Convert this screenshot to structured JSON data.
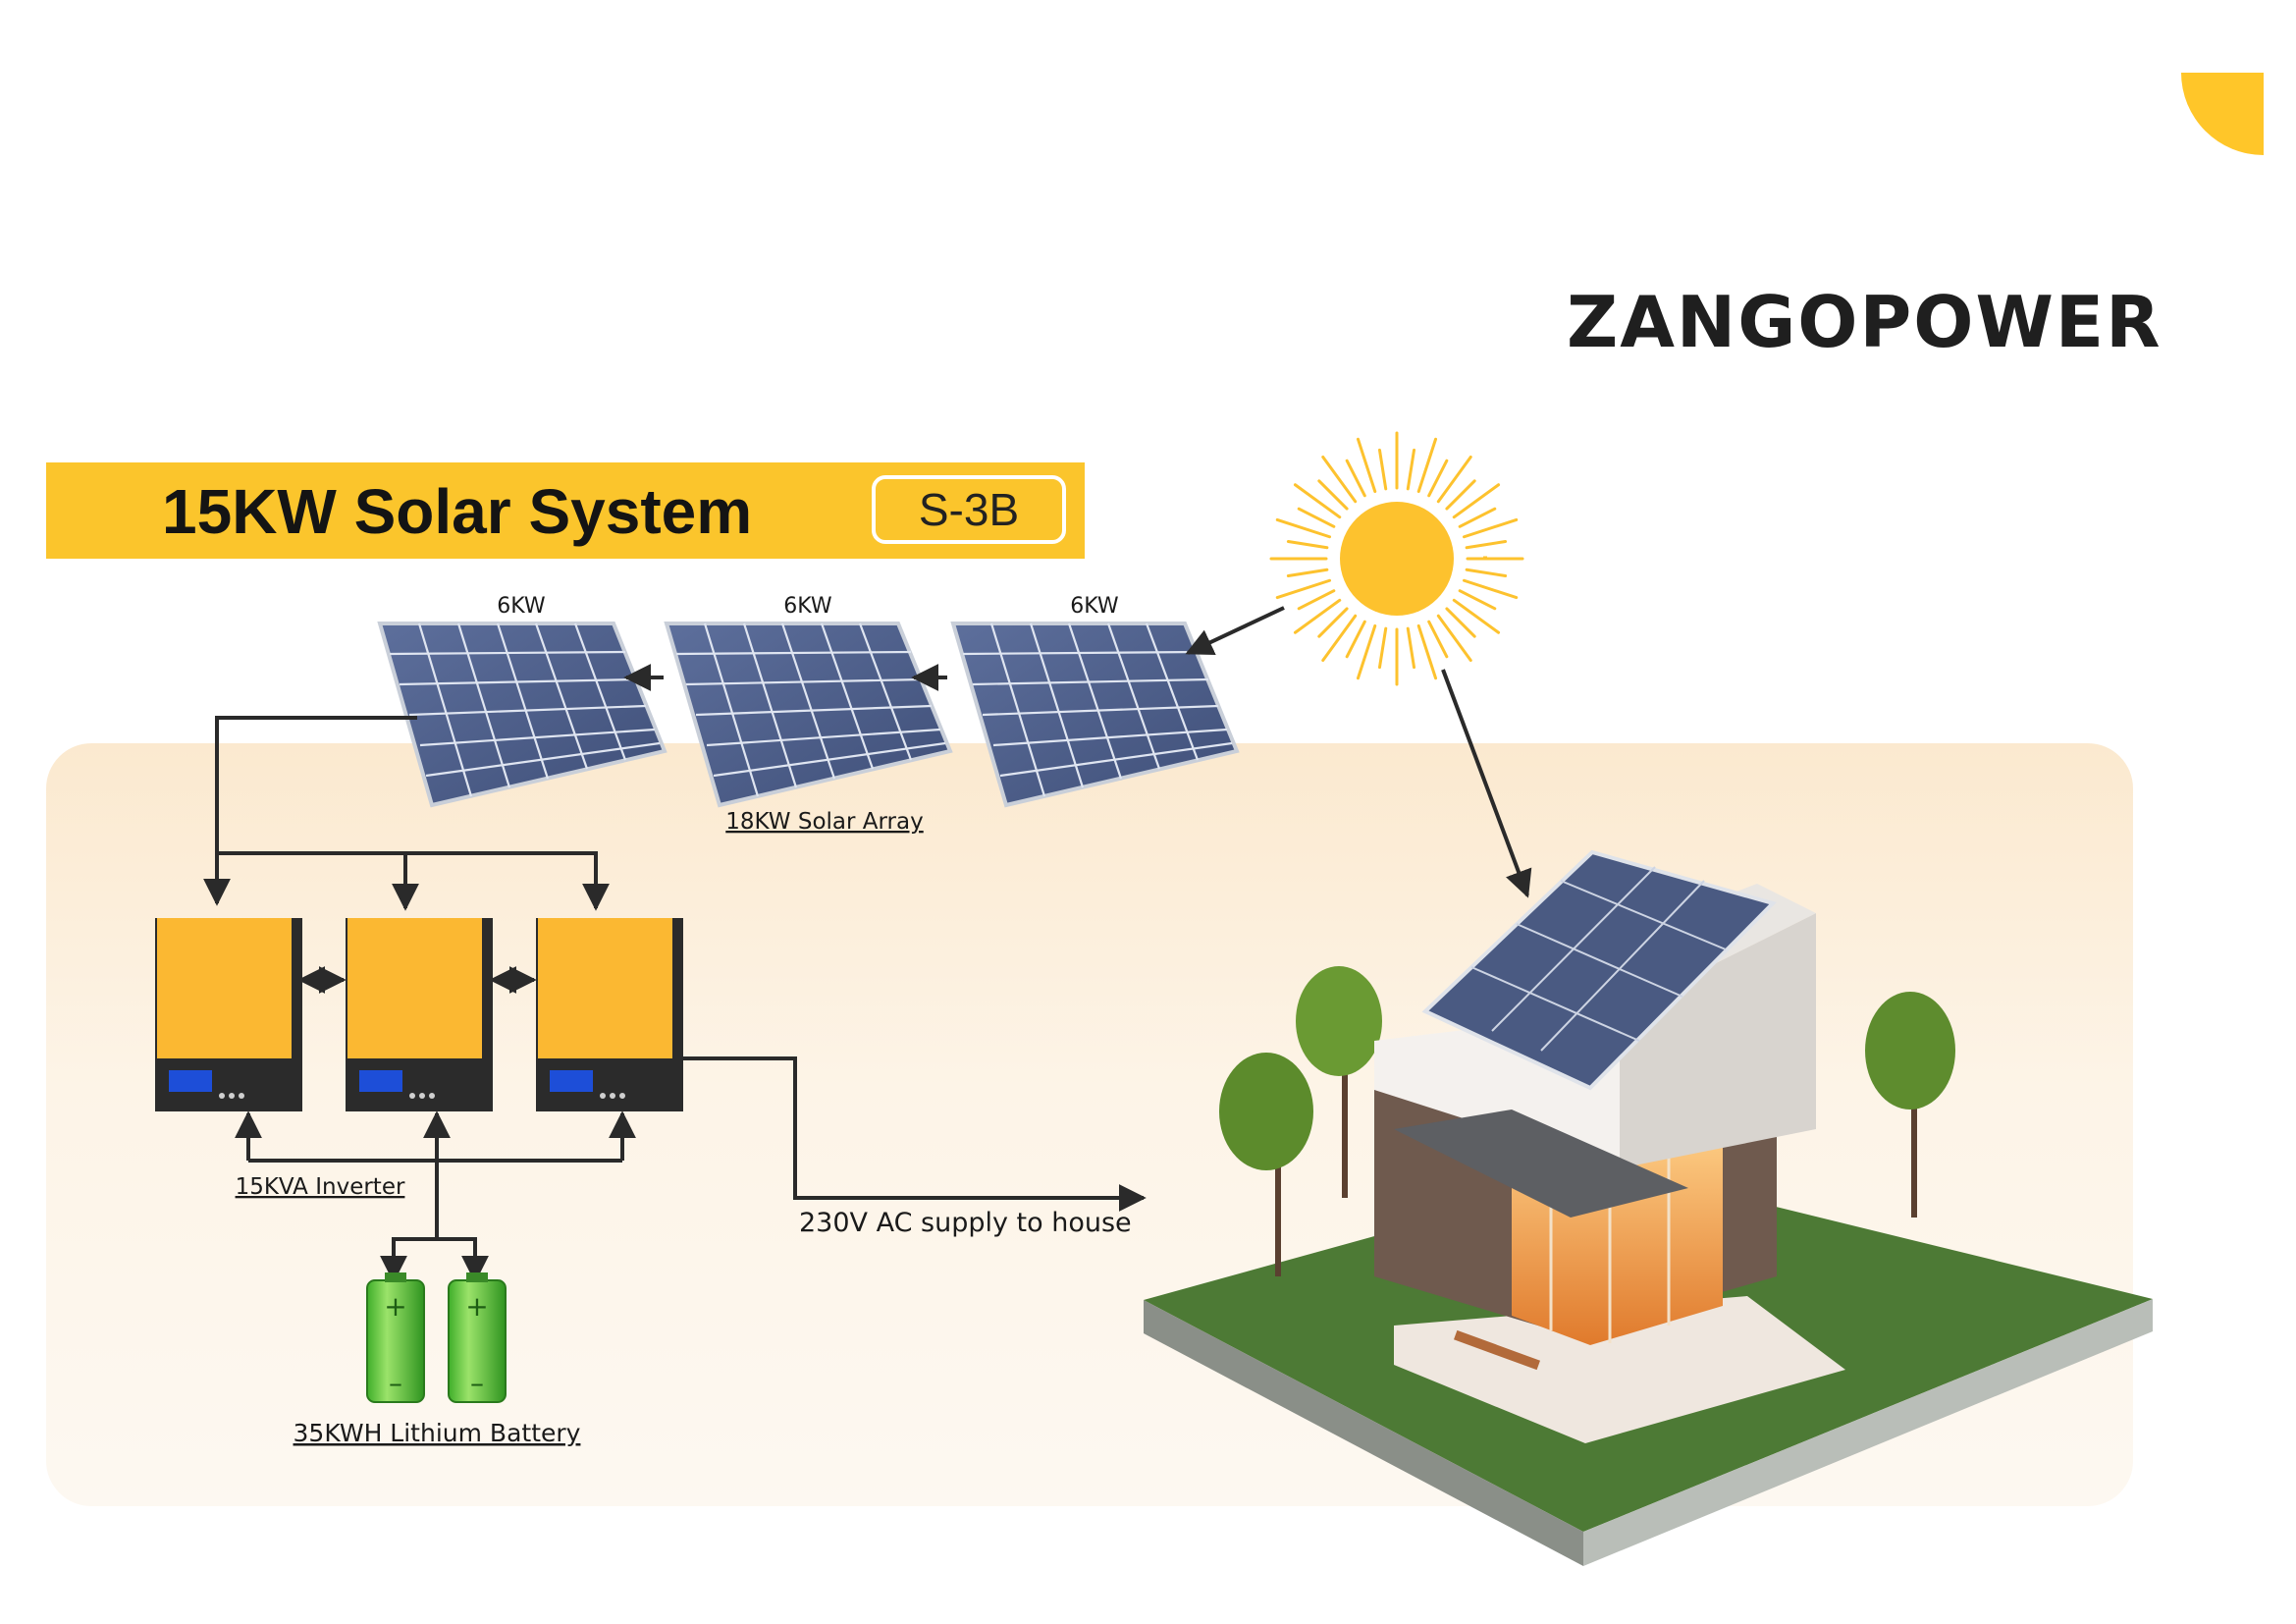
{
  "brand": {
    "name": "ZANGOPOWER",
    "accent_color": "#FBC52C"
  },
  "header": {
    "title": "15KW Solar System",
    "code": "S-3B"
  },
  "panels": [
    {
      "label": "6KW"
    },
    {
      "label": "6KW"
    },
    {
      "label": "6KW"
    }
  ],
  "array_label": "18KW Solar Array",
  "inverter_label": "15KVA Inverter",
  "battery_label": "35KWH Lithium Battery",
  "ac_label": "230V AC supply to house",
  "icons": [
    "sun-icon",
    "solar-panel-icon",
    "inverter-icon",
    "battery-icon",
    "house-icon",
    "tree-icon"
  ]
}
